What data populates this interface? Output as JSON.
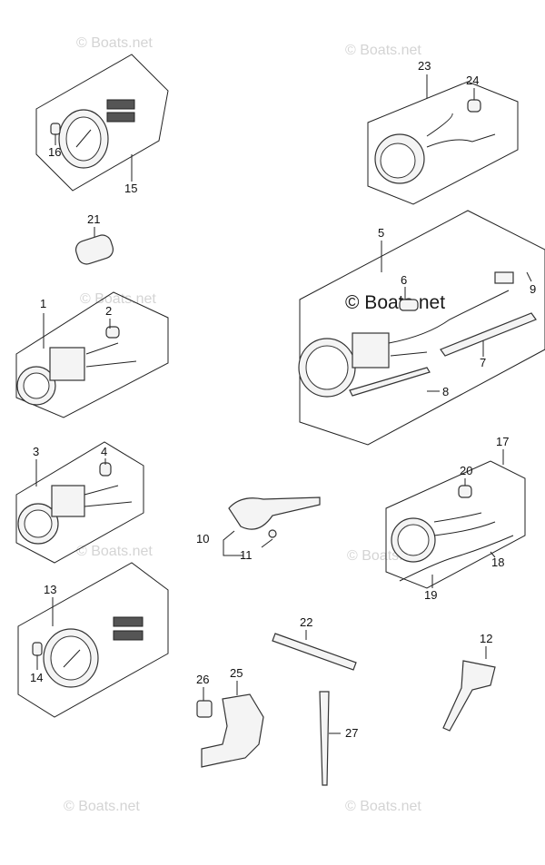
{
  "watermarks": {
    "repeated": "© Boats.net",
    "main": "© Boats.net"
  },
  "callouts": {
    "c1": "1",
    "c2": "2",
    "c3": "3",
    "c4": "4",
    "c5": "5",
    "c6": "6",
    "c7": "7",
    "c8": "8",
    "c9": "9",
    "c10": "10",
    "c11": "11",
    "c12": "12",
    "c13": "13",
    "c14": "14",
    "c15": "15",
    "c16": "16",
    "c17": "17",
    "c18": "18",
    "c19": "19",
    "c20": "20",
    "c21": "21",
    "c22": "22",
    "c23": "23",
    "c24": "24",
    "c25": "25",
    "c26": "26",
    "c27": "27"
  },
  "colors": {
    "line": "#222222",
    "watermark": "#d4d4d4",
    "background": "#ffffff"
  }
}
